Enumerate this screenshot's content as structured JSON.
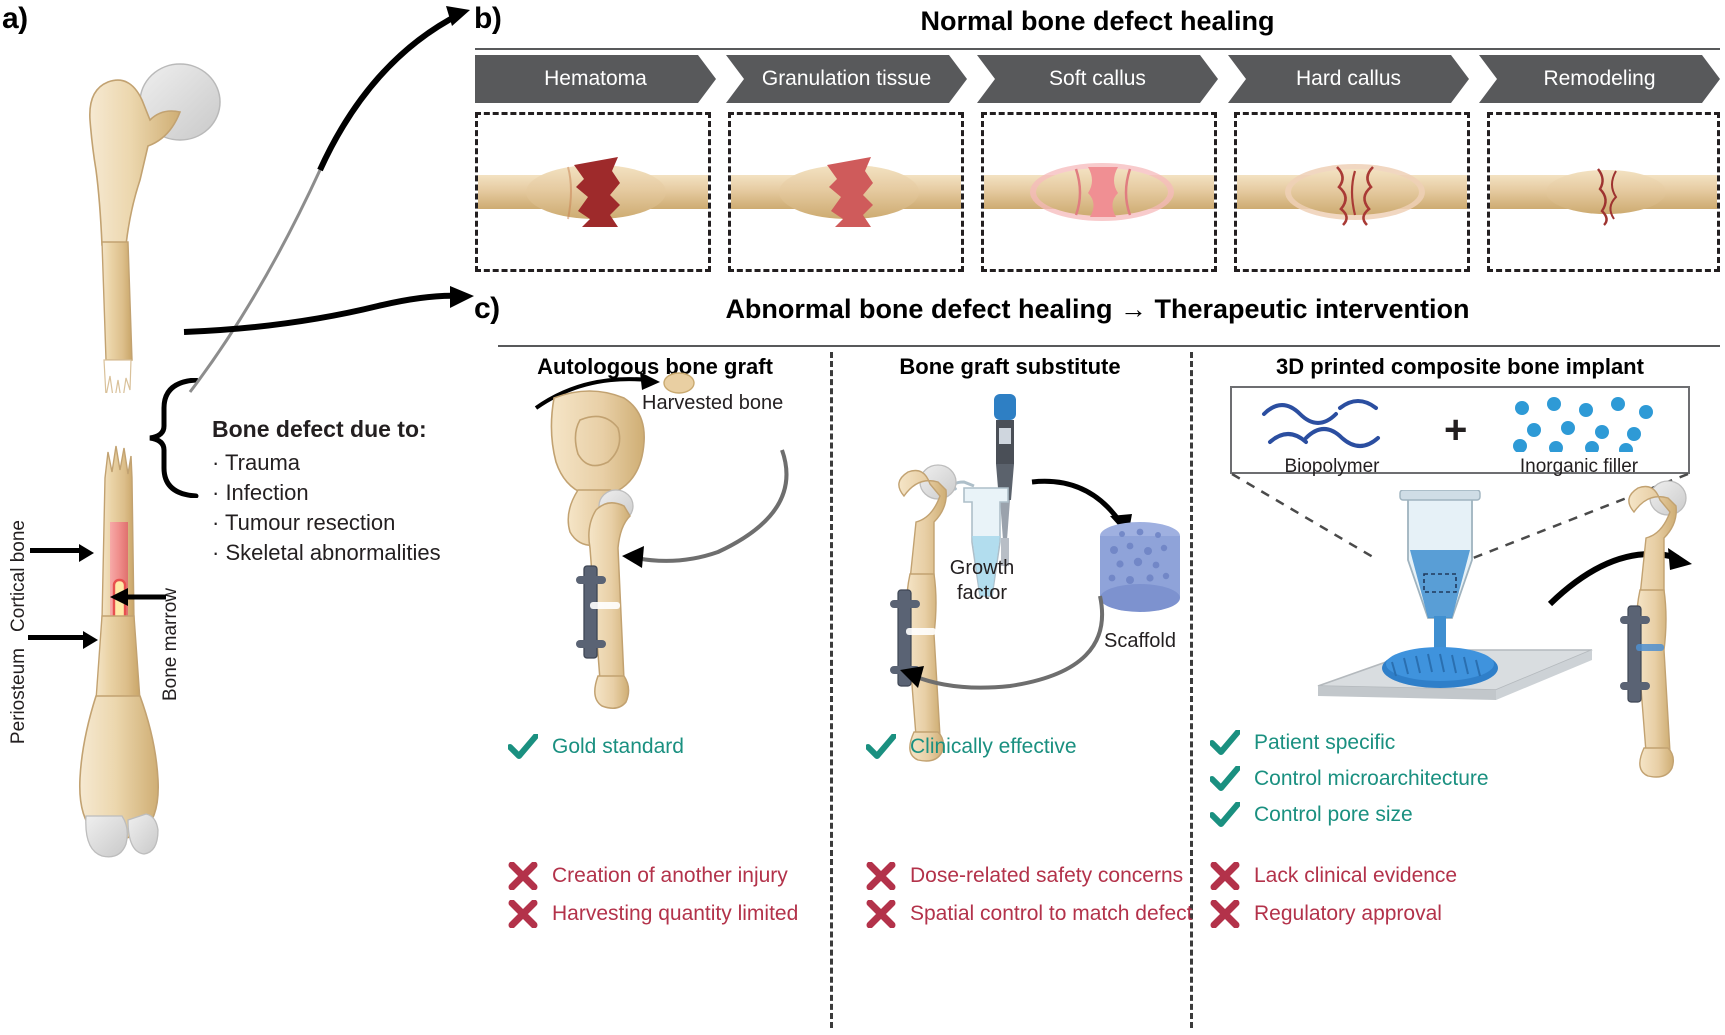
{
  "figure": {
    "panels": {
      "a": "a)",
      "b": "b)",
      "c": "c)"
    }
  },
  "panel_a": {
    "labels": {
      "cortical_bone": "Cortical bone",
      "periosteum": "Periosteum",
      "bone_marrow": "Bone marrow"
    },
    "callout": {
      "heading": "Bone defect due to:",
      "items": [
        "· Trauma",
        "· Infection",
        "· Tumour resection",
        "· Skeletal abnormalities"
      ]
    }
  },
  "panel_b": {
    "title": "Normal bone defect healing",
    "stages": [
      "Hematoma",
      "Granulation tissue",
      "Soft callus",
      "Hard callus",
      "Remodeling"
    ]
  },
  "panel_c": {
    "title": "Abnormal bone defect healing → Therapeutic intervention",
    "columns": [
      {
        "header": "Autologous bone graft",
        "annotations": [
          "Harvested bone"
        ],
        "pros": [
          "Gold standard"
        ],
        "cons": [
          "Creation of another injury",
          "Harvesting quantity limited"
        ]
      },
      {
        "header": "Bone graft substitute",
        "annotations": [
          "Growth",
          "factor",
          "Scaffold"
        ],
        "pros": [
          "Clinically effective"
        ],
        "cons": [
          "Dose-related safety concerns",
          "Spatial control to match defect"
        ]
      },
      {
        "header": "3D printed composite bone implant",
        "annotations": [
          "Biopolymer",
          "+",
          "Inorganic filler"
        ],
        "pros": [
          "Patient specific",
          "Control microarchitecture",
          "Control pore size"
        ],
        "cons": [
          "Lack clinical evidence",
          "Regulatory approval"
        ]
      }
    ]
  },
  "colors": {
    "pro_text": "#1a9080",
    "con_text": "#b3324a",
    "chevron_bg": "#58595b",
    "bone": "#e3c79b",
    "hematoma": "#9e2a2b",
    "biopolymer": "#2b4ea0",
    "filler": "#2e9ad6"
  }
}
